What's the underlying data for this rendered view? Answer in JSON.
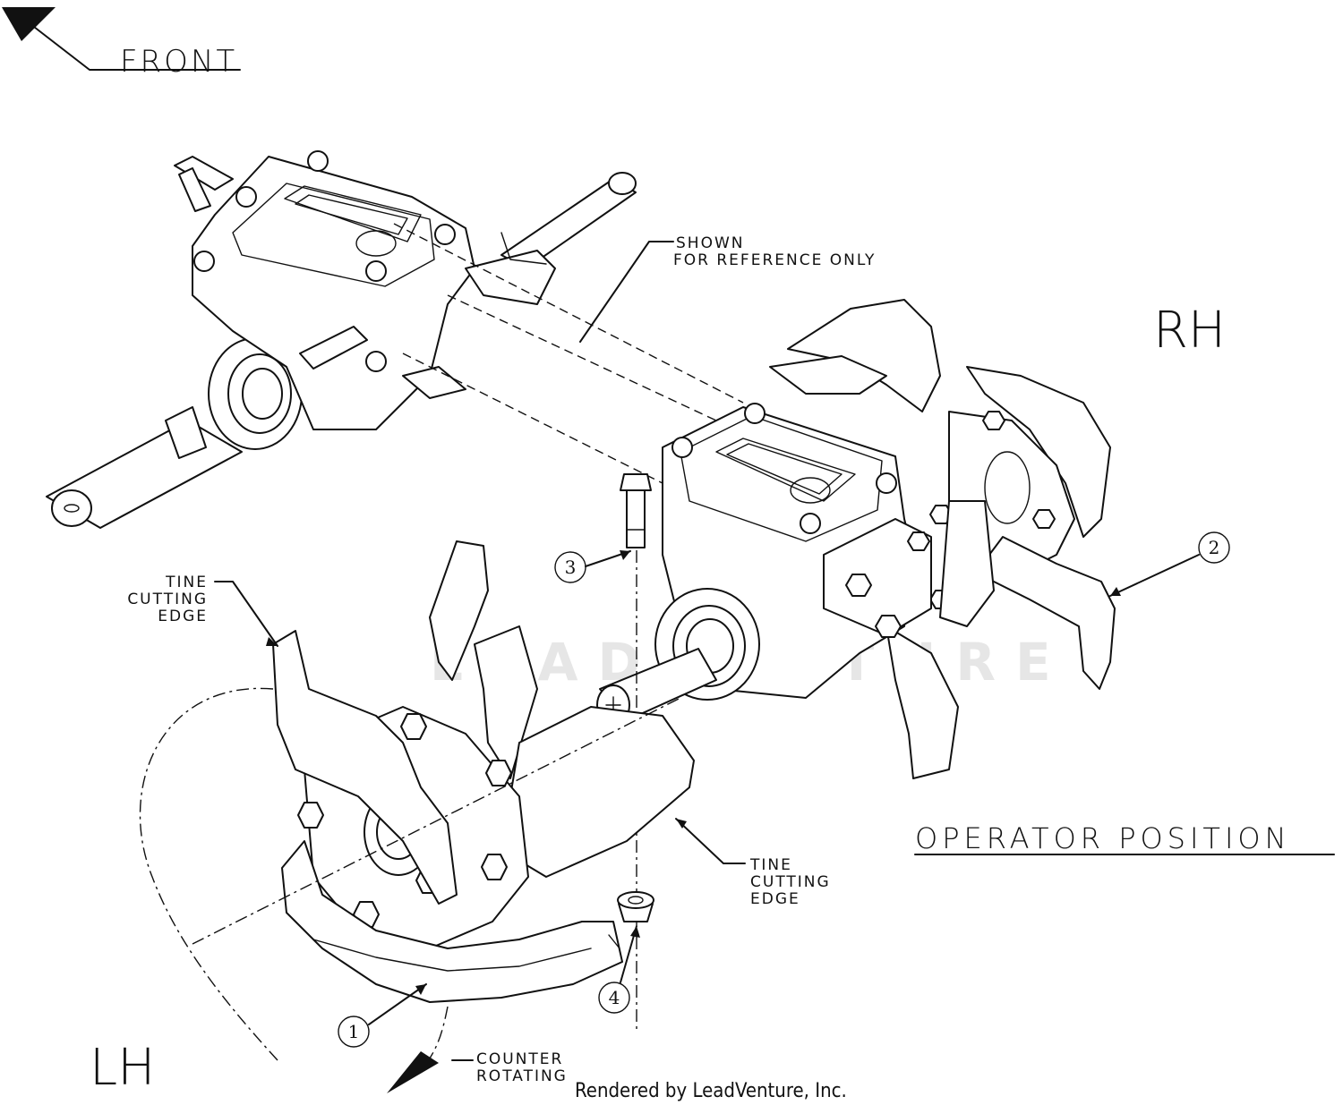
{
  "labels": {
    "front": "FRONT",
    "rh": "RH",
    "lh": "LH",
    "operator_position": "OPERATOR POSITION",
    "shown_line1": "SHOWN",
    "shown_line2": "FOR REFERENCE ONLY",
    "tine_edge_left": [
      "TINE",
      "CUTTING",
      "EDGE"
    ],
    "tine_edge_right": [
      "TINE",
      "CUTTING",
      "EDGE"
    ],
    "counter_rotating": [
      "COUNTER",
      "ROTATING"
    ]
  },
  "callouts": [
    "1",
    "2",
    "3",
    "4"
  ],
  "watermark": "LEADVENTURE",
  "credit": "Rendered by LeadVenture, Inc."
}
